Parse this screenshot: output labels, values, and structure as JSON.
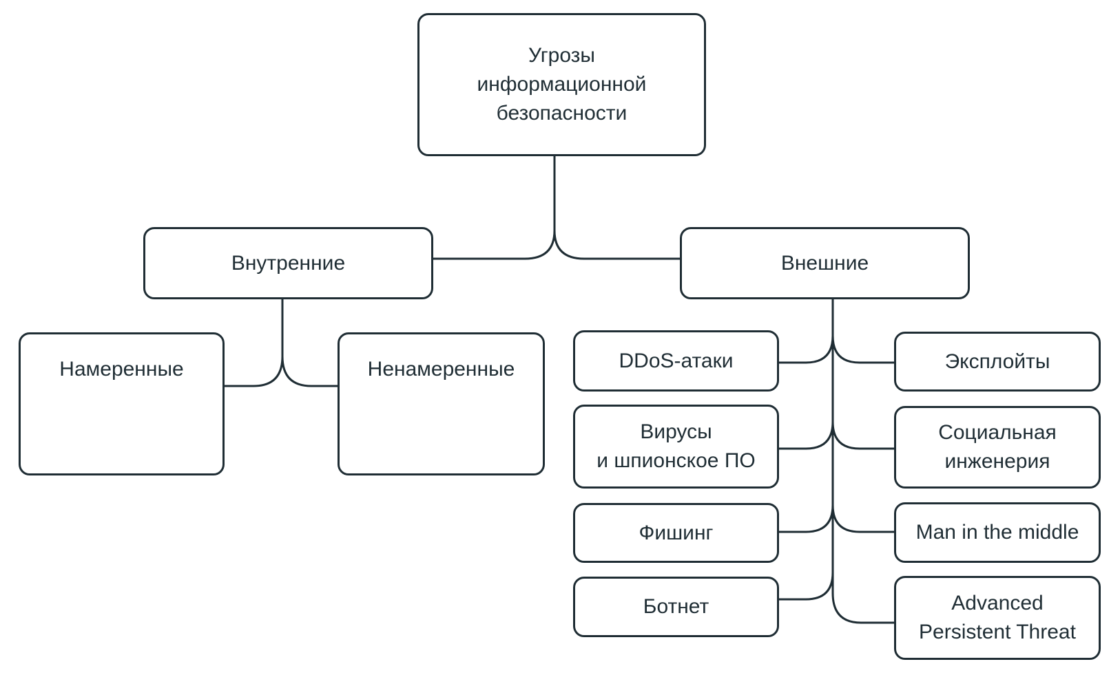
{
  "diagram": {
    "root": {
      "label": [
        "Угрозы",
        "информационной",
        "безопасности"
      ]
    },
    "internal": {
      "label": "Внутренние",
      "children": [
        {
          "label": "Намеренные"
        },
        {
          "label": "Ненамеренные"
        }
      ]
    },
    "external": {
      "label": "Внешние",
      "left_children": [
        {
          "label": [
            "DDoS-атаки"
          ]
        },
        {
          "label": [
            "Вирусы",
            "и шпионское ПО"
          ]
        },
        {
          "label": [
            "Фишинг"
          ]
        },
        {
          "label": [
            "Ботнет"
          ]
        }
      ],
      "right_children": [
        {
          "label": [
            "Эксплойты"
          ]
        },
        {
          "label": [
            "Социальная",
            "инженерия"
          ]
        },
        {
          "label": [
            "Man in the middle"
          ]
        },
        {
          "label": [
            "Advanced",
            "Persistent Threat"
          ]
        }
      ]
    },
    "colors": {
      "stroke": "#1f2d34",
      "background": "#ffffff"
    }
  }
}
